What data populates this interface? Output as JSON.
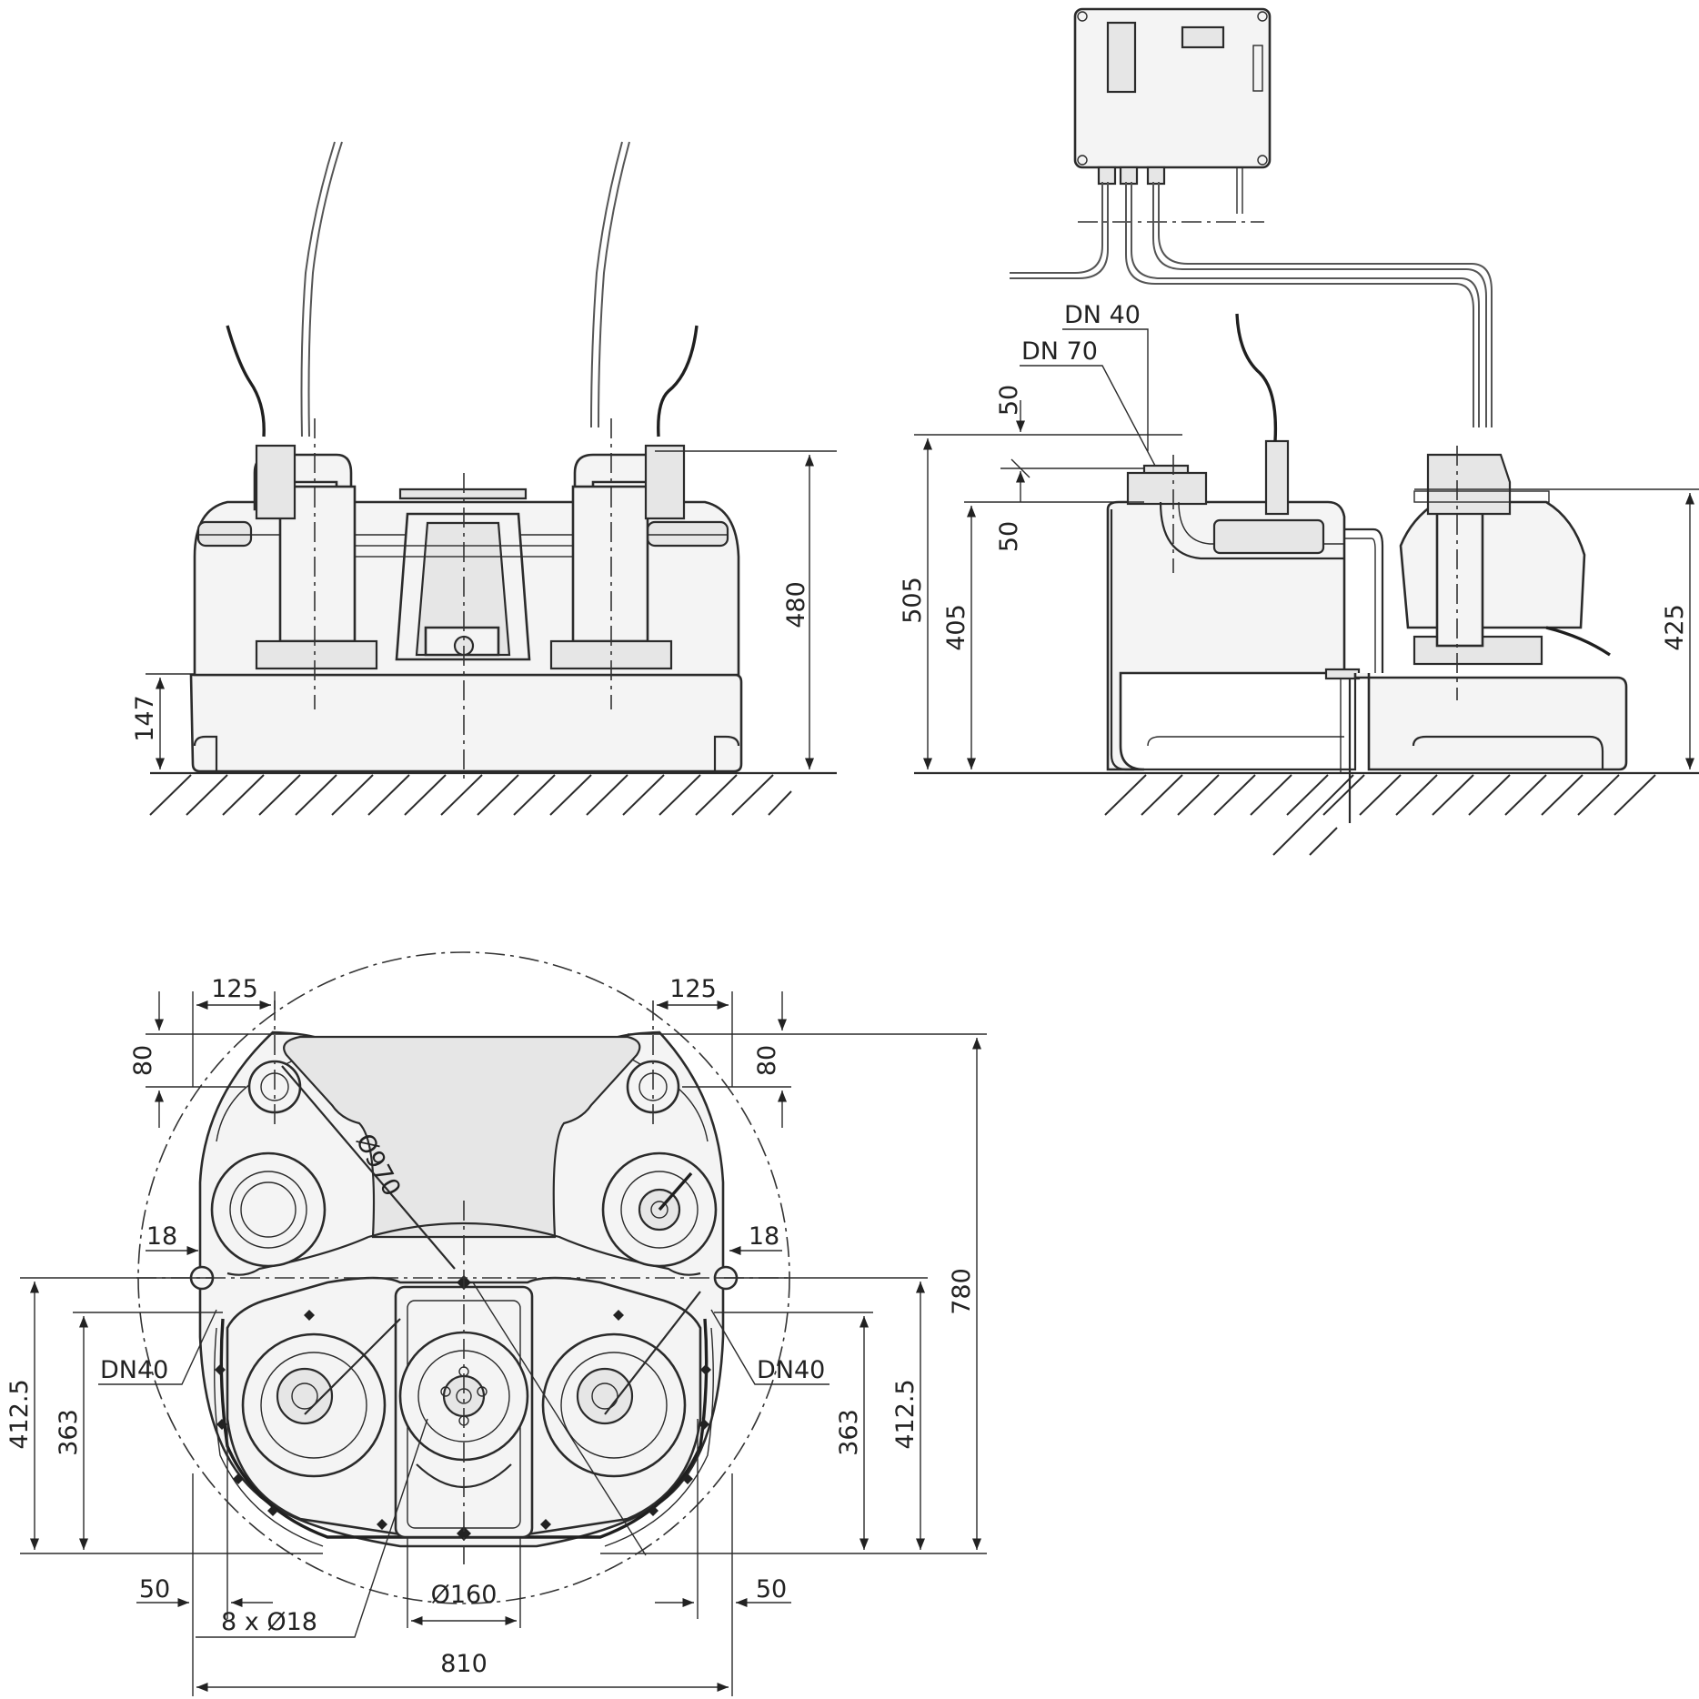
{
  "front_view": {
    "height_total": "480",
    "height_base": "147"
  },
  "side_view": {
    "inlet_large": "DN 70",
    "inlet_small": "DN 40",
    "offset_top": "50",
    "offset_mid": "50",
    "height_overall": "505",
    "height_inlet": "405",
    "height_pump": "425"
  },
  "plan_view": {
    "spacing_left": "125",
    "spacing_right": "125",
    "offset_left": "80",
    "offset_right": "80",
    "circle_diameter": "Ø970",
    "edge_left": "18",
    "edge_right": "18",
    "vent_left": "DN40",
    "vent_right": "DN40",
    "depth_outer_left": "412.5",
    "depth_inner_left": "363",
    "depth_inner_right": "363",
    "depth_outer_right": "412.5",
    "depth_total": "780",
    "margin_left": "50",
    "margin_right": "50",
    "anchor_holes": "8 x Ø18",
    "outlet_diameter": "Ø160",
    "width_total": "810"
  }
}
